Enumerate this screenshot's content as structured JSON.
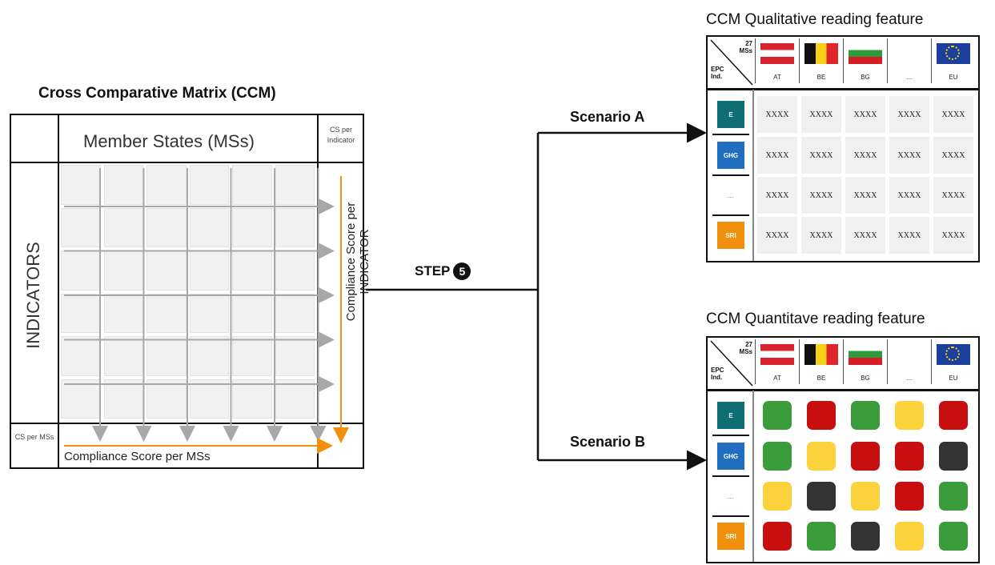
{
  "ccm": {
    "title": "Cross Comparative Matrix (CCM)",
    "member_states_label": "Member States (MSs)",
    "cs_per_indicator_label": "CS per Indicator",
    "indicators_label": "INDICATORS",
    "cs_per_ms_label": "CS per MSs",
    "compliance_ms_label": "Compliance Score per MSs",
    "compliance_indicator_label": "Compliance Score per INDICATOR"
  },
  "step": {
    "label": "STEP",
    "number": "5"
  },
  "scenario_a": {
    "label": "Scenario A"
  },
  "scenario_b": {
    "label": "Scenario B"
  },
  "qualitative": {
    "title": "CCM Qualitative reading feature",
    "corner_top": "27 MSs",
    "corner_bottom": "EPC Ind.",
    "countries": [
      "AT",
      "BE",
      "BG",
      "...",
      "EU"
    ],
    "indicators": [
      {
        "label": "E",
        "color": "#0f6e74"
      },
      {
        "label": "GHG",
        "color": "#1f6ec0"
      },
      {
        "label": "...",
        "color": "#ffffff"
      },
      {
        "label": "SRI",
        "color": "#f0900c"
      }
    ],
    "cell_text": "XXXX"
  },
  "quantitative": {
    "title": "CCM Quantitave reading feature",
    "corner_top": "27 MSs",
    "corner_bottom": "EPC Ind.",
    "countries": [
      "AT",
      "BE",
      "BG",
      "...",
      "EU"
    ],
    "indicators": [
      {
        "label": "E",
        "color": "#0f6e74"
      },
      {
        "label": "GHG",
        "color": "#1f6ec0"
      },
      {
        "label": "...",
        "color": "#ffffff"
      },
      {
        "label": "SRI",
        "color": "#f0900c"
      }
    ],
    "grid_colors": [
      [
        "#3b9c3b",
        "#c80f0f",
        "#3b9c3b",
        "#fcd33c",
        "#c80f0f"
      ],
      [
        "#3b9c3b",
        "#fcd33c",
        "#c80f0f",
        "#c80f0f",
        "#333333"
      ],
      [
        "#fcd33c",
        "#333333",
        "#fcd33c",
        "#c80f0f",
        "#3b9c3b"
      ],
      [
        "#c80f0f",
        "#3b9c3b",
        "#333333",
        "#fcd33c",
        "#3b9c3b"
      ]
    ]
  },
  "colors": {
    "orange_arrow": "#f0900c",
    "grey_arrow": "#a8a8a8"
  }
}
